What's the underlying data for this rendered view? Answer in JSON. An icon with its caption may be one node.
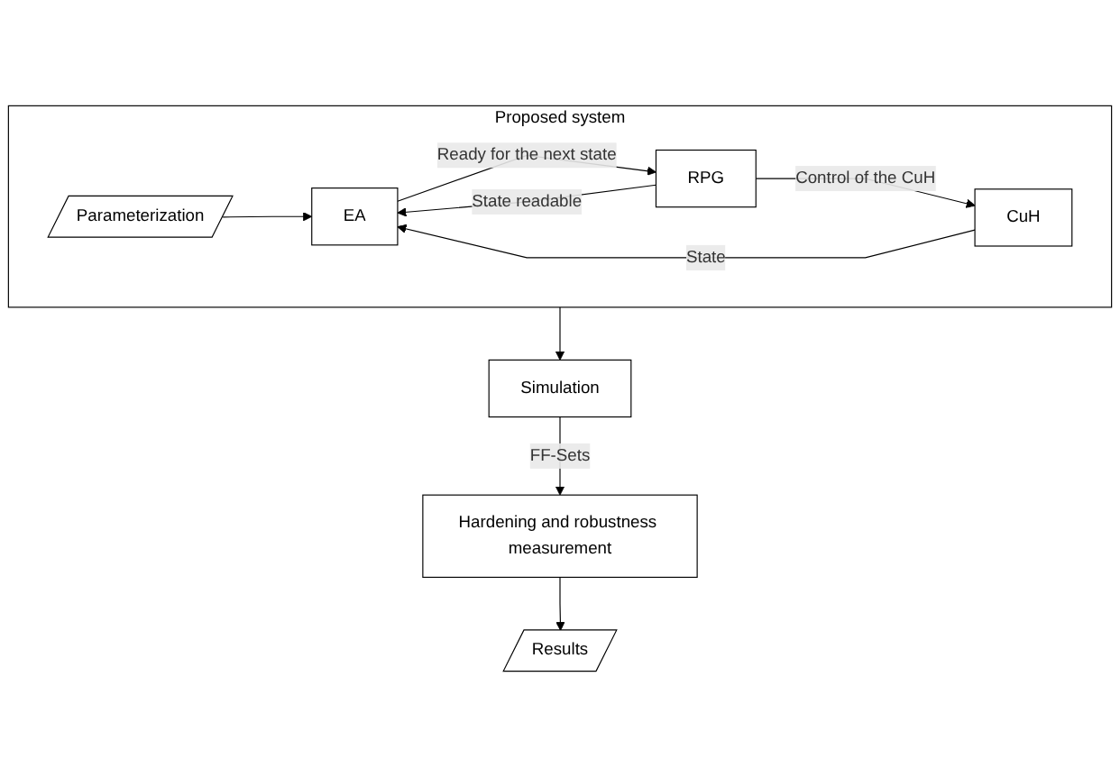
{
  "diagram": {
    "nodes": [
      {
        "text": [
          "Proposed system"
        ]
      },
      {
        "text": [
          "Parameterization"
        ],
        "in": 0
      },
      {
        "text": [
          "EA"
        ],
        "in": 0
      },
      {
        "text": [
          "RPG"
        ],
        "in": 0
      },
      {
        "text": [
          "CuH"
        ],
        "in": 0
      },
      {
        "text": [
          "Simulation"
        ]
      },
      {
        "text": [
          "Hardening and robustness measurement"
        ]
      },
      {
        "text": [
          "Results"
        ]
      }
    ],
    "edges": [
      {
        "from": 1,
        "to": 2,
        "arrow": "to"
      },
      {
        "from": 2,
        "to": 3,
        "arrow": "to",
        "label": "Ready for the next state"
      },
      {
        "from": 3,
        "to": 2,
        "arrow": "to",
        "label": "State readable"
      },
      {
        "from": 3,
        "to": 4,
        "arrow": "to",
        "label": "Control of the CuH"
      },
      {
        "from": 4,
        "to": 2,
        "arrow": "to",
        "label": "State"
      },
      {
        "from": 0,
        "to": 5,
        "arrow": "to"
      },
      {
        "from": 5,
        "to": 6,
        "arrow": "to",
        "label": "FF-Sets"
      },
      {
        "from": 6,
        "to": 7,
        "arrow": "to"
      }
    ]
  }
}
